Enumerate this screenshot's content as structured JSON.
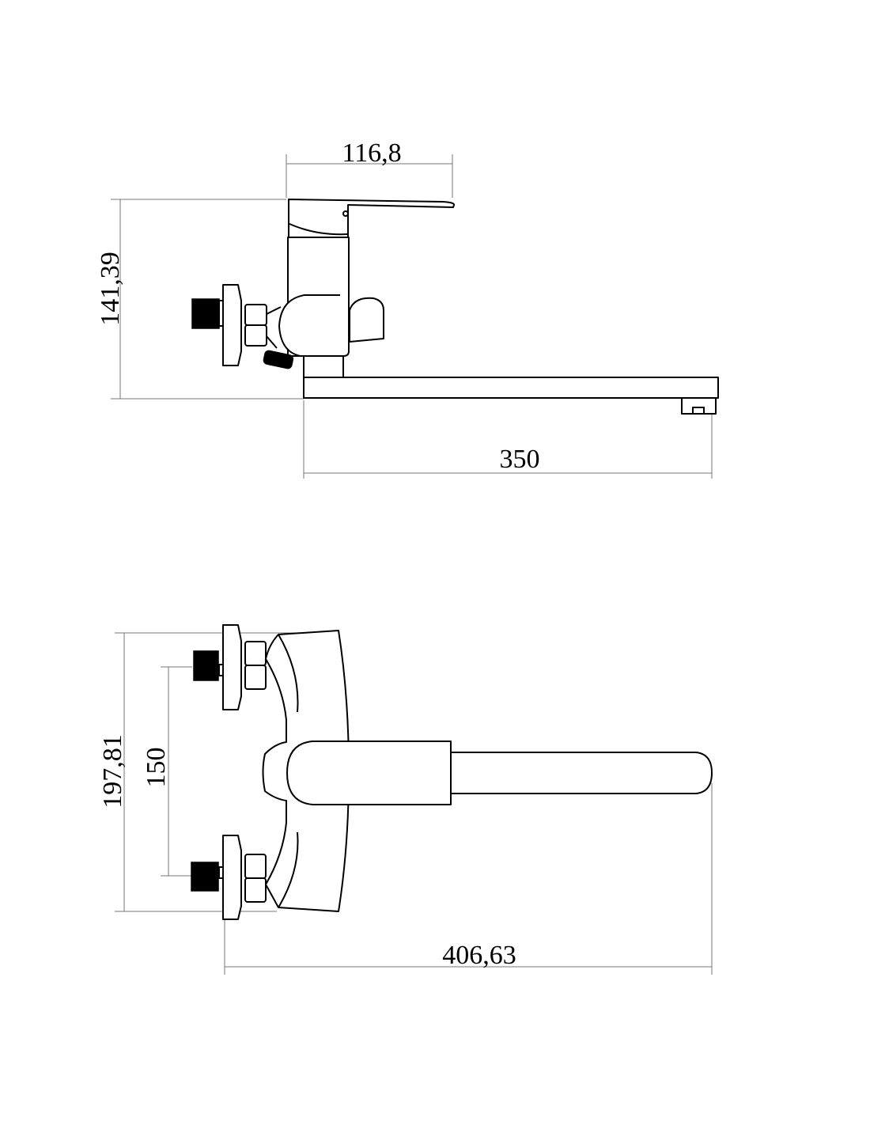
{
  "side_view": {
    "dim_lever_width": "116,8",
    "dim_height": "141,39",
    "dim_spout_reach": "350"
  },
  "top_view": {
    "dim_total_depth": "197,81",
    "dim_inlet_spacing": "150",
    "dim_total_length": "406,63"
  }
}
